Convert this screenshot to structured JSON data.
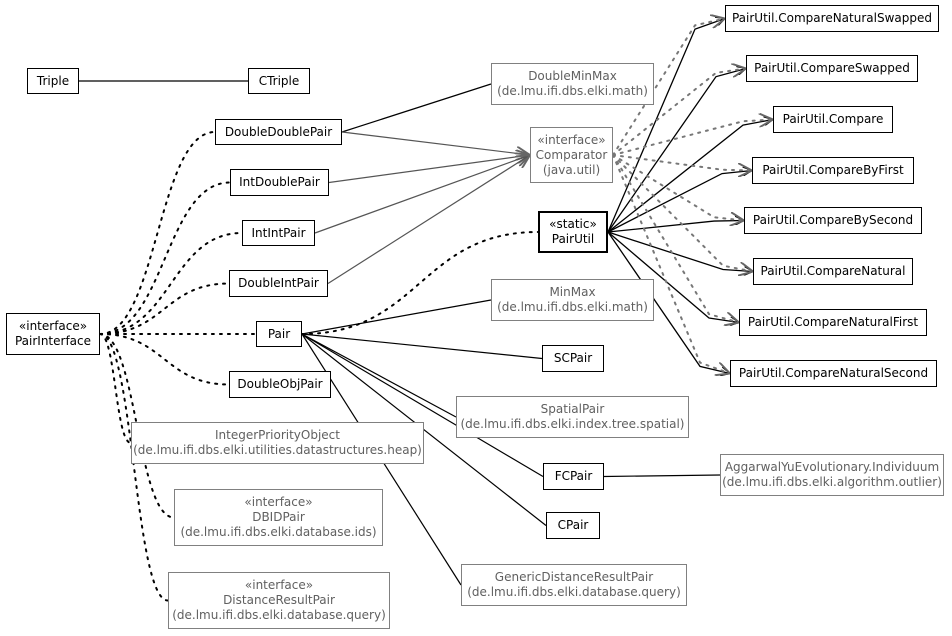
{
  "nodes": {
    "triple": {
      "lines": [
        "Triple"
      ]
    },
    "ctriple": {
      "lines": [
        "CTriple"
      ]
    },
    "double_min_max": {
      "lines": [
        "DoubleMinMax",
        "(de.lmu.ifi.dbs.elki.math)"
      ]
    },
    "double_double_pair": {
      "lines": [
        "DoubleDoublePair"
      ]
    },
    "comparator": {
      "lines": [
        "«interface»",
        "Comparator",
        "(java.util)"
      ]
    },
    "int_double_pair": {
      "lines": [
        "IntDoublePair"
      ]
    },
    "int_int_pair": {
      "lines": [
        "IntIntPair"
      ]
    },
    "pair_util": {
      "lines": [
        "«static»",
        "PairUtil"
      ]
    },
    "double_int_pair": {
      "lines": [
        "DoubleIntPair"
      ]
    },
    "min_max": {
      "lines": [
        "MinMax",
        "(de.lmu.ifi.dbs.elki.math)"
      ]
    },
    "pair_interface": {
      "lines": [
        "«interface»",
        "PairInterface"
      ]
    },
    "pair": {
      "lines": [
        "Pair"
      ]
    },
    "sc_pair": {
      "lines": [
        "SCPair"
      ]
    },
    "double_obj_pair": {
      "lines": [
        "DoubleObjPair"
      ]
    },
    "spatial_pair": {
      "lines": [
        "SpatialPair",
        "(de.lmu.ifi.dbs.elki.index.tree.spatial)"
      ]
    },
    "integer_priority_object": {
      "lines": [
        "IntegerPriorityObject",
        "(de.lmu.ifi.dbs.elki.utilities.datastructures.heap)"
      ]
    },
    "fc_pair": {
      "lines": [
        "FCPair"
      ]
    },
    "aggarwal_yu": {
      "lines": [
        "AggarwalYuEvolutionary.Individuum",
        "(de.lmu.ifi.dbs.elki.algorithm.outlier)"
      ]
    },
    "dbid_pair": {
      "lines": [
        "«interface»",
        "DBIDPair",
        "(de.lmu.ifi.dbs.elki.database.ids)"
      ]
    },
    "c_pair": {
      "lines": [
        "CPair"
      ]
    },
    "generic_distance_result_pair": {
      "lines": [
        "GenericDistanceResultPair",
        "(de.lmu.ifi.dbs.elki.database.query)"
      ]
    },
    "distance_result_pair": {
      "lines": [
        "«interface»",
        "DistanceResultPair",
        "(de.lmu.ifi.dbs.elki.database.query)"
      ]
    },
    "compare_natural_swapped": {
      "lines": [
        "PairUtil.CompareNaturalSwapped"
      ]
    },
    "compare_swapped": {
      "lines": [
        "PairUtil.CompareSwapped"
      ]
    },
    "compare": {
      "lines": [
        "PairUtil.Compare"
      ]
    },
    "compare_by_first": {
      "lines": [
        "PairUtil.CompareByFirst"
      ]
    },
    "compare_by_second": {
      "lines": [
        "PairUtil.CompareBySecond"
      ]
    },
    "compare_natural": {
      "lines": [
        "PairUtil.CompareNatural"
      ]
    },
    "compare_natural_first": {
      "lines": [
        "PairUtil.CompareNaturalFirst"
      ]
    },
    "compare_natural_second": {
      "lines": [
        "PairUtil.CompareNaturalSecond"
      ]
    }
  },
  "edges": [
    {
      "from": "triple",
      "to": "ctriple",
      "style": "solid"
    },
    {
      "from": "double_double_pair",
      "to": "double_min_max",
      "style": "solid"
    },
    {
      "from": "double_double_pair",
      "to": "comparator",
      "style": "realize"
    },
    {
      "from": "int_double_pair",
      "to": "comparator",
      "style": "realize"
    },
    {
      "from": "int_int_pair",
      "to": "comparator",
      "style": "realize"
    },
    {
      "from": "double_int_pair",
      "to": "comparator",
      "style": "realize"
    },
    {
      "from": "pair_interface",
      "to": "double_double_pair",
      "style": "dotted"
    },
    {
      "from": "pair_interface",
      "to": "int_double_pair",
      "style": "dotted"
    },
    {
      "from": "pair_interface",
      "to": "int_int_pair",
      "style": "dotted"
    },
    {
      "from": "pair_interface",
      "to": "double_int_pair",
      "style": "dotted"
    },
    {
      "from": "pair_interface",
      "to": "pair",
      "style": "dotted"
    },
    {
      "from": "pair_interface",
      "to": "double_obj_pair",
      "style": "dotted"
    },
    {
      "from": "pair_interface",
      "to": "integer_priority_object",
      "style": "dotted"
    },
    {
      "from": "pair_interface",
      "to": "dbid_pair",
      "style": "dotted"
    },
    {
      "from": "pair_interface",
      "to": "distance_result_pair",
      "style": "dotted"
    },
    {
      "from": "pair",
      "to": "pair_util",
      "style": "dotted"
    },
    {
      "from": "pair",
      "to": "min_max",
      "style": "solid"
    },
    {
      "from": "pair",
      "to": "sc_pair",
      "style": "solid"
    },
    {
      "from": "pair",
      "to": "spatial_pair",
      "style": "solid"
    },
    {
      "from": "pair",
      "to": "fc_pair",
      "style": "solid"
    },
    {
      "from": "pair",
      "to": "c_pair",
      "style": "solid"
    },
    {
      "from": "pair",
      "to": "generic_distance_result_pair",
      "style": "solid"
    },
    {
      "from": "fc_pair",
      "to": "aggarwal_yu",
      "style": "solid"
    },
    {
      "from": "pair_util",
      "to": "compare_natural_swapped",
      "style": "nested"
    },
    {
      "from": "pair_util",
      "to": "compare_swapped",
      "style": "nested"
    },
    {
      "from": "pair_util",
      "to": "compare",
      "style": "nested"
    },
    {
      "from": "pair_util",
      "to": "compare_by_first",
      "style": "nested"
    },
    {
      "from": "pair_util",
      "to": "compare_by_second",
      "style": "nested"
    },
    {
      "from": "pair_util",
      "to": "compare_natural",
      "style": "nested"
    },
    {
      "from": "pair_util",
      "to": "compare_natural_first",
      "style": "nested"
    },
    {
      "from": "pair_util",
      "to": "compare_natural_second",
      "style": "nested"
    },
    {
      "from": "comparator",
      "to": "compare_natural_swapped",
      "style": "dotted-grey"
    },
    {
      "from": "comparator",
      "to": "compare_swapped",
      "style": "dotted-grey"
    },
    {
      "from": "comparator",
      "to": "compare",
      "style": "dotted-grey"
    },
    {
      "from": "comparator",
      "to": "compare_by_first",
      "style": "dotted-grey"
    },
    {
      "from": "comparator",
      "to": "compare_by_second",
      "style": "dotted-grey"
    },
    {
      "from": "comparator",
      "to": "compare_natural",
      "style": "dotted-grey"
    },
    {
      "from": "comparator",
      "to": "compare_natural_first",
      "style": "dotted-grey"
    },
    {
      "from": "comparator",
      "to": "compare_natural_second",
      "style": "dotted-grey"
    }
  ]
}
